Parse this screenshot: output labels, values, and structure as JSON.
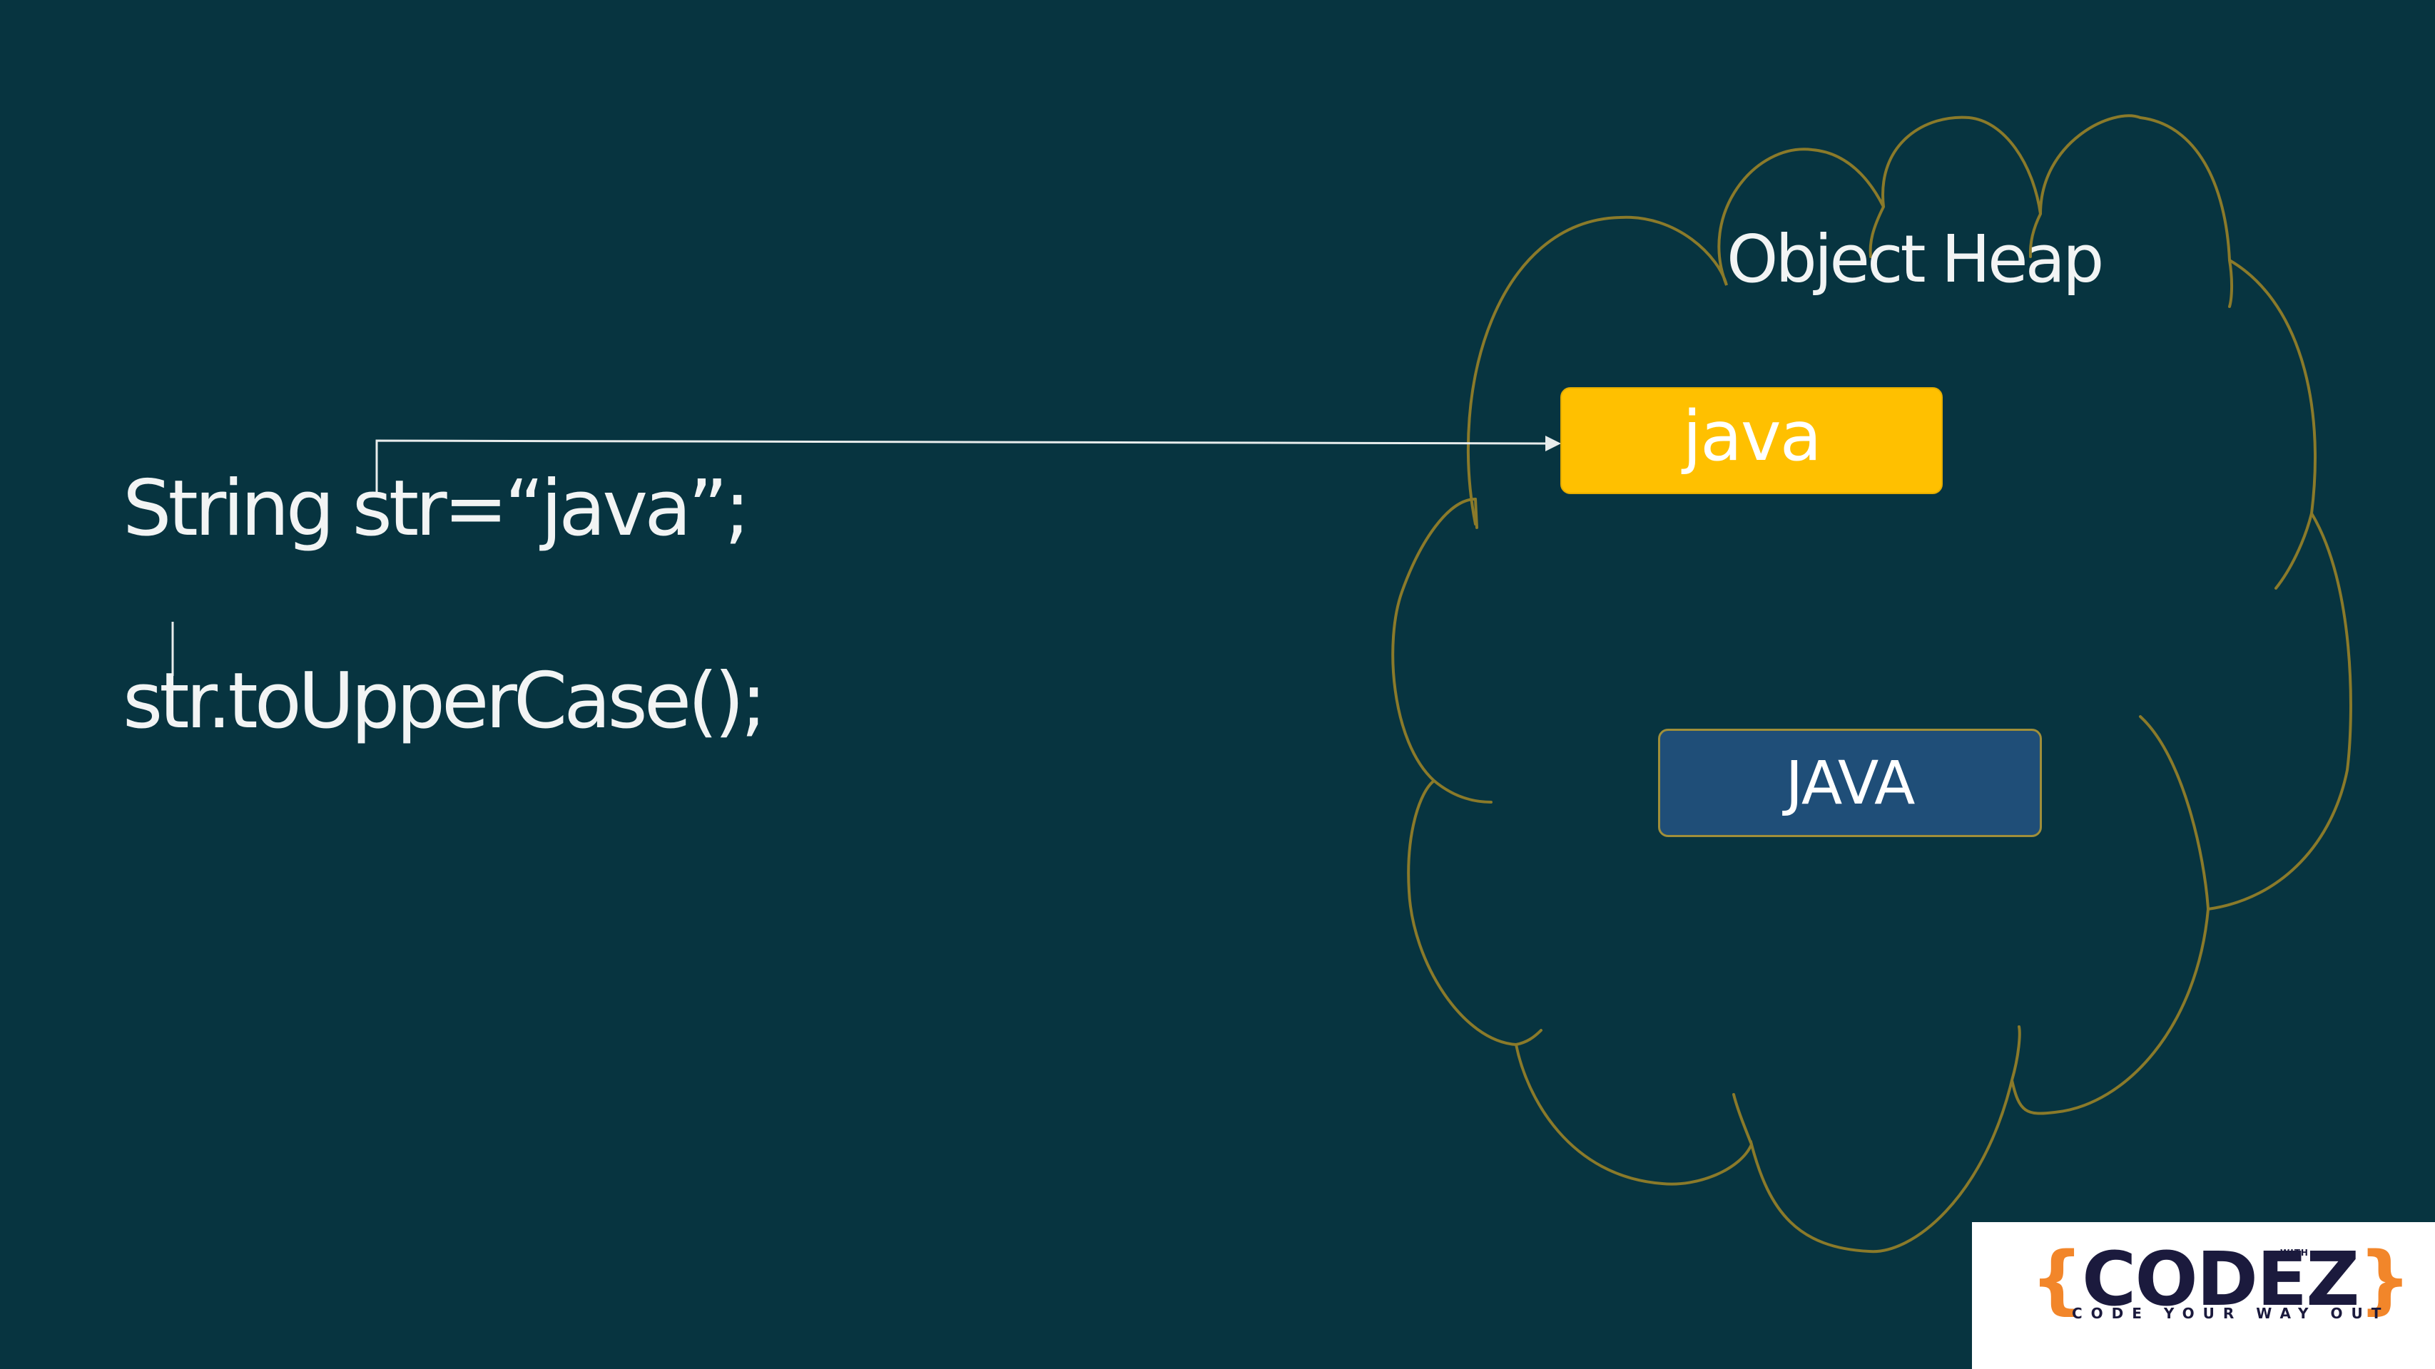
{
  "code": {
    "line1": "String str=“java”;",
    "line2": "str.toUpperCase();"
  },
  "heap": {
    "title": "Object Heap",
    "objects": [
      {
        "label": "java",
        "fill": "#ffc000"
      },
      {
        "label": "JAVA",
        "fill": "#1f4e78"
      }
    ]
  },
  "colors": {
    "background": "#073440",
    "text": "#f2f4f4",
    "cloud_outline": "#8a7a2a",
    "arrow": "#e8ecec"
  },
  "logo": {
    "name": "CODEZ",
    "open_brace": "{",
    "close_brace": "}",
    "superscript": "WITH",
    "tagline": "CODE YOUR WAY OUT"
  }
}
